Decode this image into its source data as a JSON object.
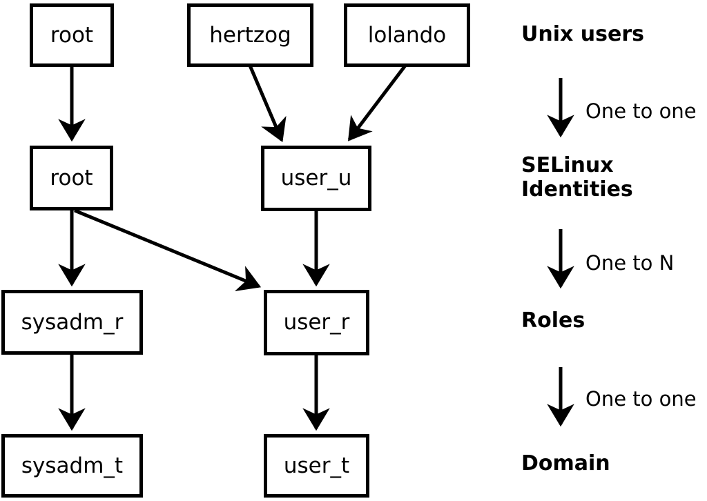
{
  "colors": {
    "line": "#000000",
    "box_border": "#000000",
    "background": "#ffffff",
    "text": "#000000"
  },
  "nodes": [
    {
      "id": "unix-root",
      "label": "root",
      "level": "unix-users"
    },
    {
      "id": "unix-hertzog",
      "label": "hertzog",
      "level": "unix-users"
    },
    {
      "id": "unix-lolando",
      "label": "lolando",
      "level": "unix-users"
    },
    {
      "id": "identity-root",
      "label": "root",
      "level": "selinux-identities"
    },
    {
      "id": "identity-user-u",
      "label": "user_u",
      "level": "selinux-identities"
    },
    {
      "id": "role-sysadm-r",
      "label": "sysadm_r",
      "level": "roles"
    },
    {
      "id": "role-user-r",
      "label": "user_r",
      "level": "roles"
    },
    {
      "id": "domain-sysadm-t",
      "label": "sysadm_t",
      "level": "domain"
    },
    {
      "id": "domain-user-t",
      "label": "user_t",
      "level": "domain"
    }
  ],
  "edges": [
    {
      "from": "unix-root",
      "to": "identity-root"
    },
    {
      "from": "unix-hertzog",
      "to": "identity-user-u"
    },
    {
      "from": "unix-lolando",
      "to": "identity-user-u"
    },
    {
      "from": "identity-root",
      "to": "role-sysadm-r"
    },
    {
      "from": "identity-root",
      "to": "role-user-r"
    },
    {
      "from": "identity-user-u",
      "to": "role-user-r"
    },
    {
      "from": "role-sysadm-r",
      "to": "domain-sysadm-t"
    },
    {
      "from": "role-user-r",
      "to": "domain-user-t"
    }
  ],
  "legend": {
    "levels": [
      {
        "label": "Unix users"
      },
      {
        "label": "SELinux Identities"
      },
      {
        "label": "Roles"
      },
      {
        "label": "Domain"
      }
    ],
    "connectors": [
      {
        "label": "One to one"
      },
      {
        "label": "One to N"
      },
      {
        "label": "One to one"
      }
    ]
  }
}
